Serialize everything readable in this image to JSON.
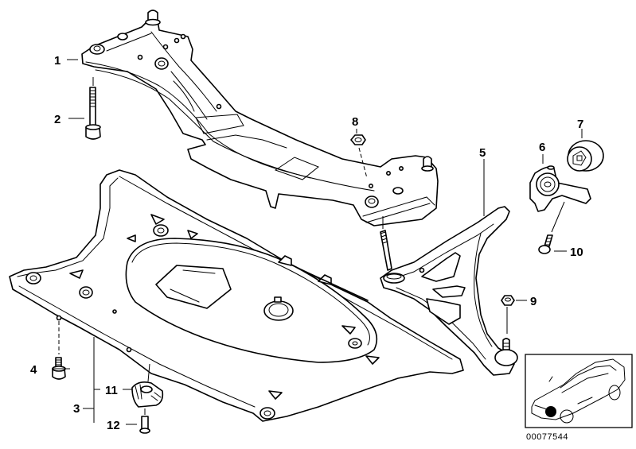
{
  "diagram": {
    "callouts": [
      {
        "id": "1",
        "label": "1"
      },
      {
        "id": "2",
        "label": "2"
      },
      {
        "id": "3",
        "label": "3"
      },
      {
        "id": "4",
        "label": "4"
      },
      {
        "id": "5",
        "label": "5"
      },
      {
        "id": "6",
        "label": "6"
      },
      {
        "id": "7",
        "label": "7"
      },
      {
        "id": "8",
        "label": "8"
      },
      {
        "id": "9",
        "label": "9"
      },
      {
        "id": "10",
        "label": "10"
      },
      {
        "id": "11",
        "label": "11"
      },
      {
        "id": "12",
        "label": "12"
      }
    ],
    "reference_number": "00077544"
  }
}
